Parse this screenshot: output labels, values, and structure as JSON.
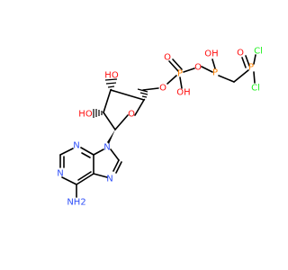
{
  "colors": {
    "bond": "#000000",
    "oxygen": "#ff0d0d",
    "phosphorus": "#ff8000",
    "nitrogen": "#3050f8",
    "chlorine": "#1ff01f"
  },
  "atoms": {
    "ho_top": "HO",
    "ho_left": "HO",
    "o_ring": "O",
    "o_link1": "O",
    "p1": "P",
    "o_p1_top": "O",
    "oh_p1": "OH",
    "o_bridge": "O",
    "oh_p2": "OH",
    "p2": "P",
    "o_p3": "O",
    "p3": "P",
    "cl_top": "Cl",
    "cl_bottom": "Cl",
    "n9": "N",
    "n3": "N",
    "n1": "N",
    "n7": "N",
    "nh2": "NH2"
  }
}
